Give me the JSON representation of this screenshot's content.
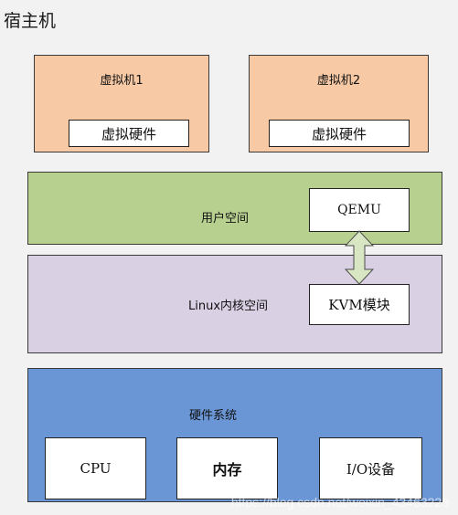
{
  "title": "宿主机",
  "vm1": {
    "label": "虚拟机1",
    "hardware": "虚拟硬件"
  },
  "vm2": {
    "label": "虚拟机2",
    "hardware": "虚拟硬件"
  },
  "user_space": {
    "label": "用户空间",
    "qemu": "QEMU"
  },
  "kernel_space": {
    "label": "Linux内核空间",
    "kvm": "KVM模块"
  },
  "hardware_system": {
    "label": "硬件系统",
    "cpu": "CPU",
    "memory": "内存",
    "io": "I/O设备"
  },
  "watermark": "https://blog.csdn.net/weixin_43463223",
  "colors": {
    "vm": "#f7c9a4",
    "user_space": "#b7d08f",
    "kernel_space": "#d9d0e3",
    "hardware": "#6a96d6",
    "arrow": "#d9e6c3"
  }
}
